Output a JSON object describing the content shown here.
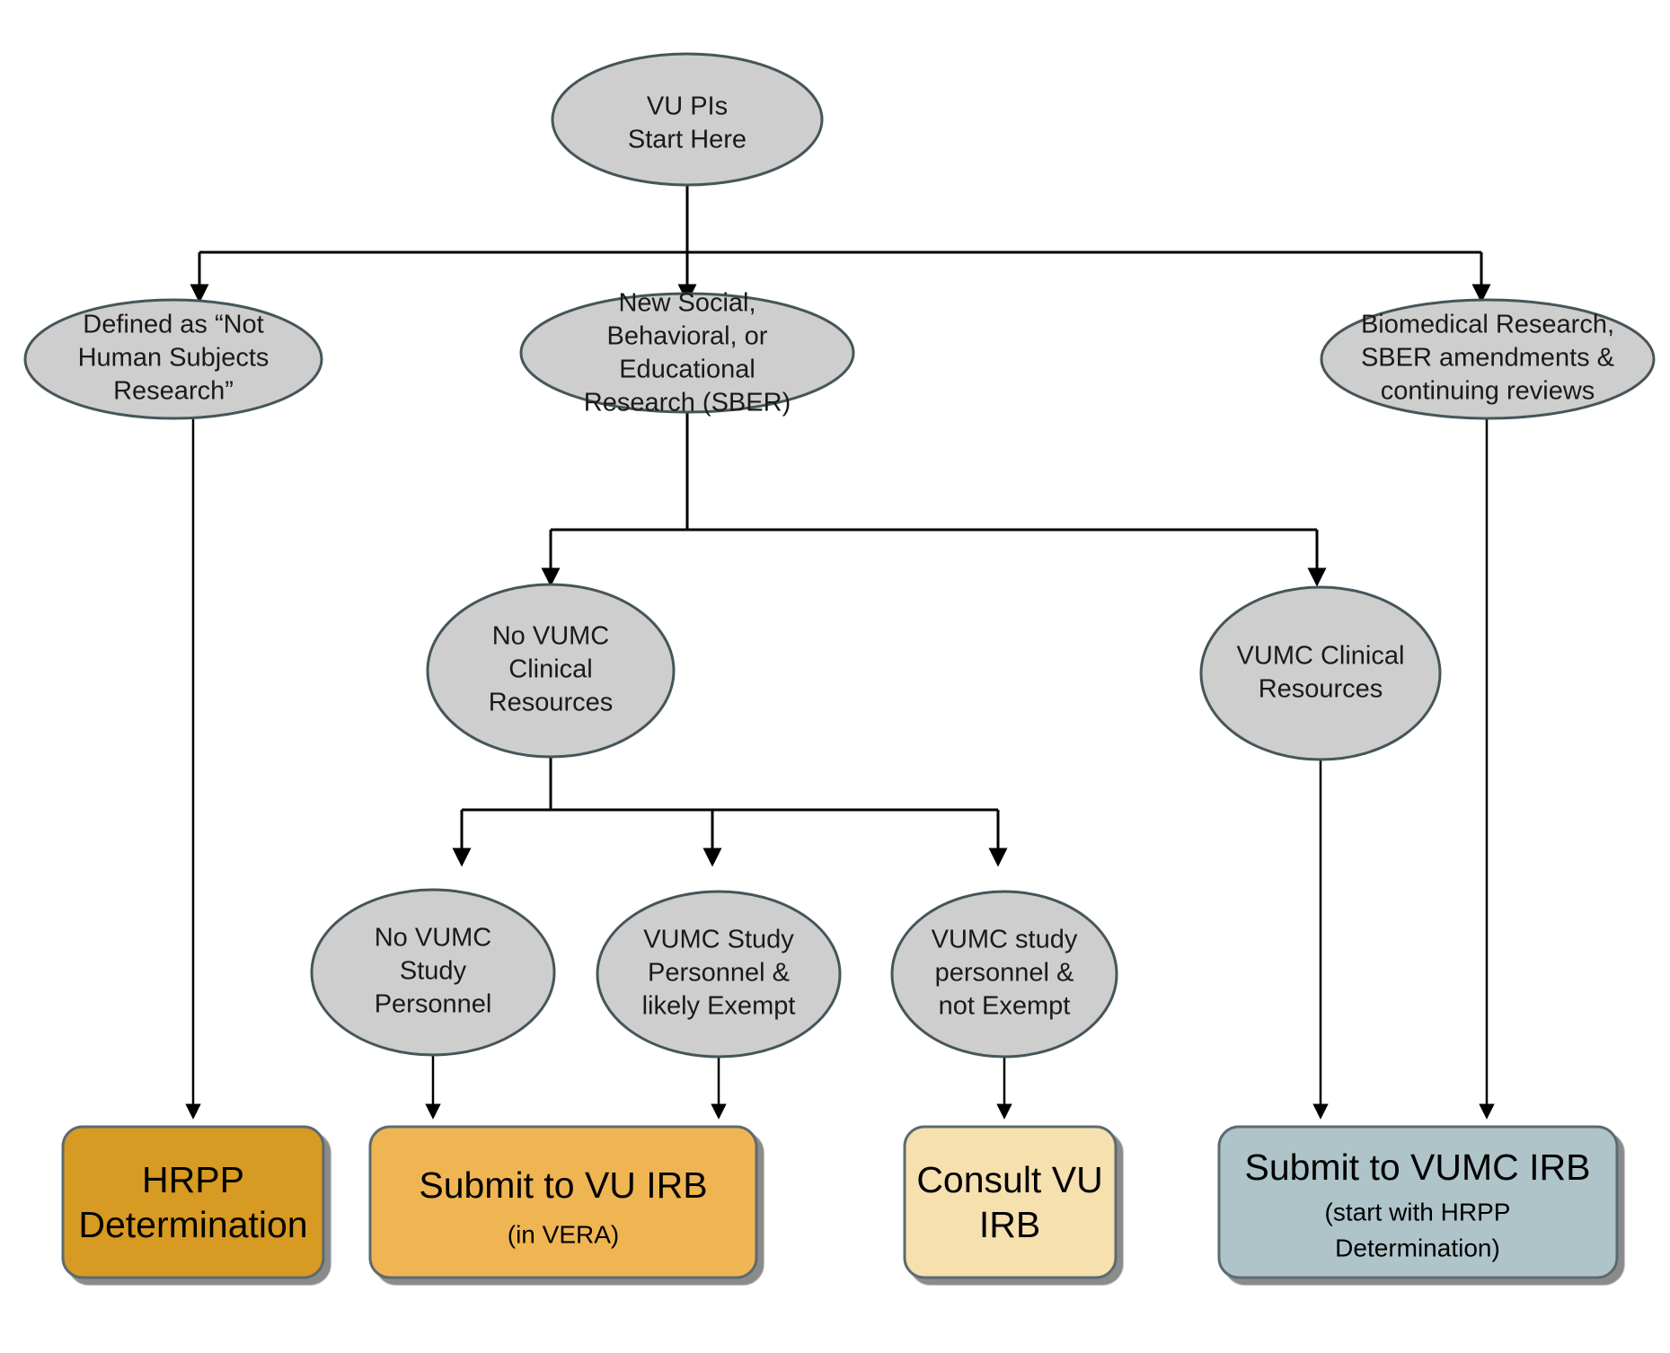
{
  "chart_data": {
    "type": "diagram",
    "title": "VU PIs IRB Submission Decision Flowchart",
    "legend_position": "none",
    "palette": {
      "ellipse_fill": "#cecece",
      "ellipse_stroke": "#46555a",
      "edge_color": "#000000",
      "hrpp_box_fill": "#d79a21",
      "vu_irb_box_fill": "#efb552",
      "consult_box_fill": "#f5e0ae",
      "vumc_box_fill": "#aec4c9",
      "box_stroke": "#5b6b71",
      "text_color": "#1a1a1a"
    },
    "nodes": [
      {
        "id": "start",
        "shape": "ellipse",
        "row": 1,
        "lines": [
          "VU PIs",
          "Start  Here"
        ]
      },
      {
        "id": "not-human-subjects",
        "shape": "ellipse",
        "row": 2,
        "lines": [
          "Defined as “Not",
          "Human Subjects",
          "Research”"
        ]
      },
      {
        "id": "sber",
        "shape": "ellipse",
        "row": 2,
        "lines": [
          "New Social,",
          "Behavioral, or",
          "Educational",
          "Research (SBER)"
        ]
      },
      {
        "id": "biomedical",
        "shape": "ellipse",
        "row": 2,
        "lines": [
          "Biomedical Research,",
          "SBER amendments &",
          "continuing reviews"
        ]
      },
      {
        "id": "no-vumc-clinical-resources",
        "shape": "ellipse",
        "row": 3,
        "lines": [
          "No VUMC",
          "Clinical",
          "Resources"
        ]
      },
      {
        "id": "vumc-clinical-resources",
        "shape": "ellipse",
        "row": 3,
        "lines": [
          "VUMC Clinical",
          "Resources"
        ]
      },
      {
        "id": "no-vumc-study-personnel",
        "shape": "ellipse",
        "row": 4,
        "lines": [
          "No VUMC",
          "Study",
          "Personnel"
        ]
      },
      {
        "id": "vumc-study-personnel-exempt",
        "shape": "ellipse",
        "row": 4,
        "lines": [
          "VUMC Study",
          "Personnel &",
          "likely Exempt"
        ]
      },
      {
        "id": "vumc-study-personnel-not-exempt",
        "shape": "ellipse",
        "row": 4,
        "lines": [
          "VUMC study",
          "personnel &",
          "not Exempt"
        ]
      },
      {
        "id": "hrpp-determination",
        "shape": "rounded-rect",
        "row": 5,
        "fill": "#d79a21",
        "title_lines": [
          "HRPP",
          "Determination"
        ],
        "sub_lines": []
      },
      {
        "id": "submit-to-vu-irb",
        "shape": "rounded-rect",
        "row": 5,
        "fill": "#efb552",
        "title_lines": [
          "Submit to VU IRB"
        ],
        "sub_lines": [
          "(in VERA)"
        ]
      },
      {
        "id": "consult-vu-irb",
        "shape": "rounded-rect",
        "row": 5,
        "fill": "#f5e0ae",
        "title_lines": [
          "Consult VU",
          "IRB"
        ],
        "sub_lines": []
      },
      {
        "id": "submit-to-vumc-irb",
        "shape": "rounded-rect",
        "row": 5,
        "fill": "#aec4c9",
        "title_lines": [
          "Submit to VUMC IRB"
        ],
        "sub_lines": [
          "(start with HRPP",
          "Determination)"
        ]
      }
    ],
    "edges": [
      {
        "from": "start",
        "to": "not-human-subjects"
      },
      {
        "from": "start",
        "to": "sber"
      },
      {
        "from": "start",
        "to": "biomedical"
      },
      {
        "from": "sber",
        "to": "no-vumc-clinical-resources"
      },
      {
        "from": "sber",
        "to": "vumc-clinical-resources"
      },
      {
        "from": "no-vumc-clinical-resources",
        "to": "no-vumc-study-personnel"
      },
      {
        "from": "no-vumc-clinical-resources",
        "to": "vumc-study-personnel-exempt"
      },
      {
        "from": "no-vumc-clinical-resources",
        "to": "vumc-study-personnel-not-exempt"
      },
      {
        "from": "not-human-subjects",
        "to": "hrpp-determination"
      },
      {
        "from": "no-vumc-study-personnel",
        "to": "submit-to-vu-irb"
      },
      {
        "from": "vumc-study-personnel-exempt",
        "to": "submit-to-vu-irb"
      },
      {
        "from": "vumc-study-personnel-not-exempt",
        "to": "consult-vu-irb"
      },
      {
        "from": "vumc-clinical-resources",
        "to": "submit-to-vumc-irb"
      },
      {
        "from": "biomedical",
        "to": "submit-to-vumc-irb"
      }
    ]
  },
  "nodes": {
    "start": {
      "l1": "VU PIs",
      "l2": "Start  Here"
    },
    "not_human_subjects": {
      "l1": "Defined as “Not",
      "l2": "Human Subjects",
      "l3": "Research”"
    },
    "sber": {
      "l1": "New Social,",
      "l2": "Behavioral, or",
      "l3": "Educational",
      "l4": "Research (SBER)"
    },
    "biomedical": {
      "l1": "Biomedical Research,",
      "l2": "SBER amendments &",
      "l3": "continuing reviews"
    },
    "no_vumc_clinical": {
      "l1": "No VUMC",
      "l2": "Clinical",
      "l3": "Resources"
    },
    "vumc_clinical": {
      "l1": "VUMC Clinical",
      "l2": "Resources"
    },
    "no_vumc_personnel": {
      "l1": "No VUMC",
      "l2": "Study",
      "l3": "Personnel"
    },
    "vumc_personnel_exempt": {
      "l1": "VUMC Study",
      "l2": "Personnel &",
      "l3": "likely Exempt"
    },
    "vumc_personnel_not_exempt": {
      "l1": "VUMC study",
      "l2": "personnel &",
      "l3": "not Exempt"
    }
  },
  "outcomes": {
    "hrpp": {
      "t1": "HRPP",
      "t2": "Determination"
    },
    "vu_irb": {
      "t1": "Submit to VU IRB",
      "s1": "(in VERA)"
    },
    "consult": {
      "t1": "Consult VU",
      "t2": "IRB"
    },
    "vumc_irb": {
      "t1": "Submit to VUMC IRB",
      "s1": "(start with HRPP",
      "s2": "Determination)"
    }
  }
}
